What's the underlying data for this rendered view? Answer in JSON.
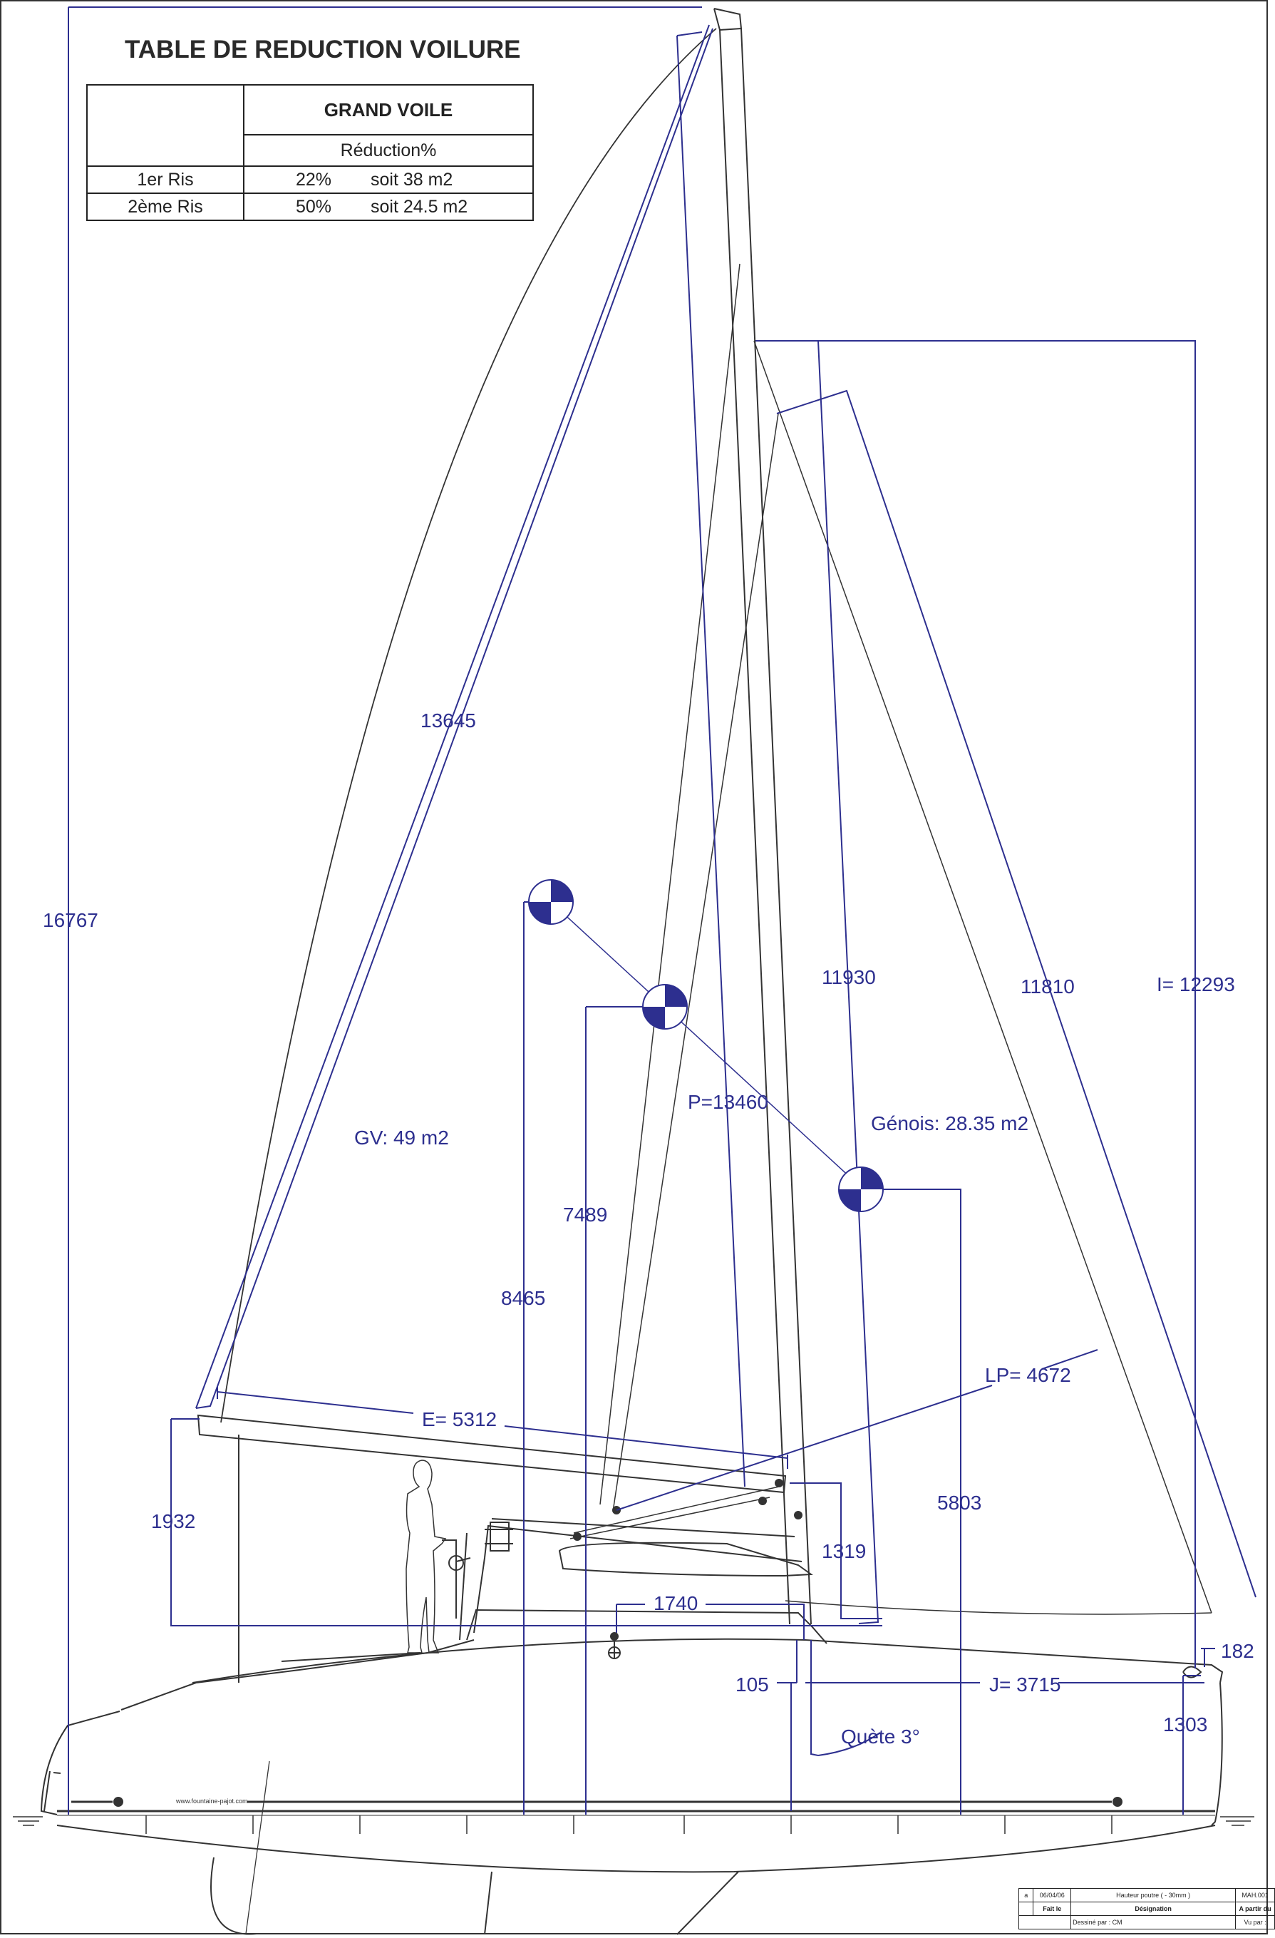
{
  "reduction_table": {
    "title": "TABLE DE REDUCTION VOILURE",
    "header": "GRAND VOILE",
    "subheader": "Réduction%",
    "rows": [
      {
        "label": "1er  Ris",
        "percent": "22%",
        "area": "soit  38 m2"
      },
      {
        "label": "2ème  Ris",
        "percent": "50%",
        "area": "soit  24.5 m2"
      }
    ]
  },
  "dimensions": {
    "d16767": "16767",
    "d13645": "13645",
    "d11930": "11930",
    "d11810": "11810",
    "i": "I= 12293",
    "p": "P=13460",
    "d8465": "8465",
    "d7489": "7489",
    "d5803": "5803",
    "e": "E= 5312",
    "lp": "LP= 4672",
    "d1932": "1932",
    "d1319": "1319",
    "d1740": "1740",
    "d105": "105",
    "j": "J= 3715",
    "d1303": "1303",
    "d182": "182",
    "quete": "Quète 3°"
  },
  "areas": {
    "gv": "GV:  49 m2",
    "genois": "Génois:  28.35 m2"
  },
  "hull_text": "www.fountaine-pajot.com",
  "title_block": {
    "rev": "a",
    "date": "06/04/06",
    "designation_value": "Hauteur poutre ( - 30mm )",
    "ref": "MAH.001",
    "made_on_label": "Fait le",
    "designation_label": "Désignation",
    "from_label": "A partir du",
    "drawn_by_label": "Dessiné par :",
    "drawn_by": "CM",
    "seen_by_label": "Vu par :"
  },
  "colors": {
    "dimension_blue": "#2d2f8f",
    "linework": "#333333"
  }
}
